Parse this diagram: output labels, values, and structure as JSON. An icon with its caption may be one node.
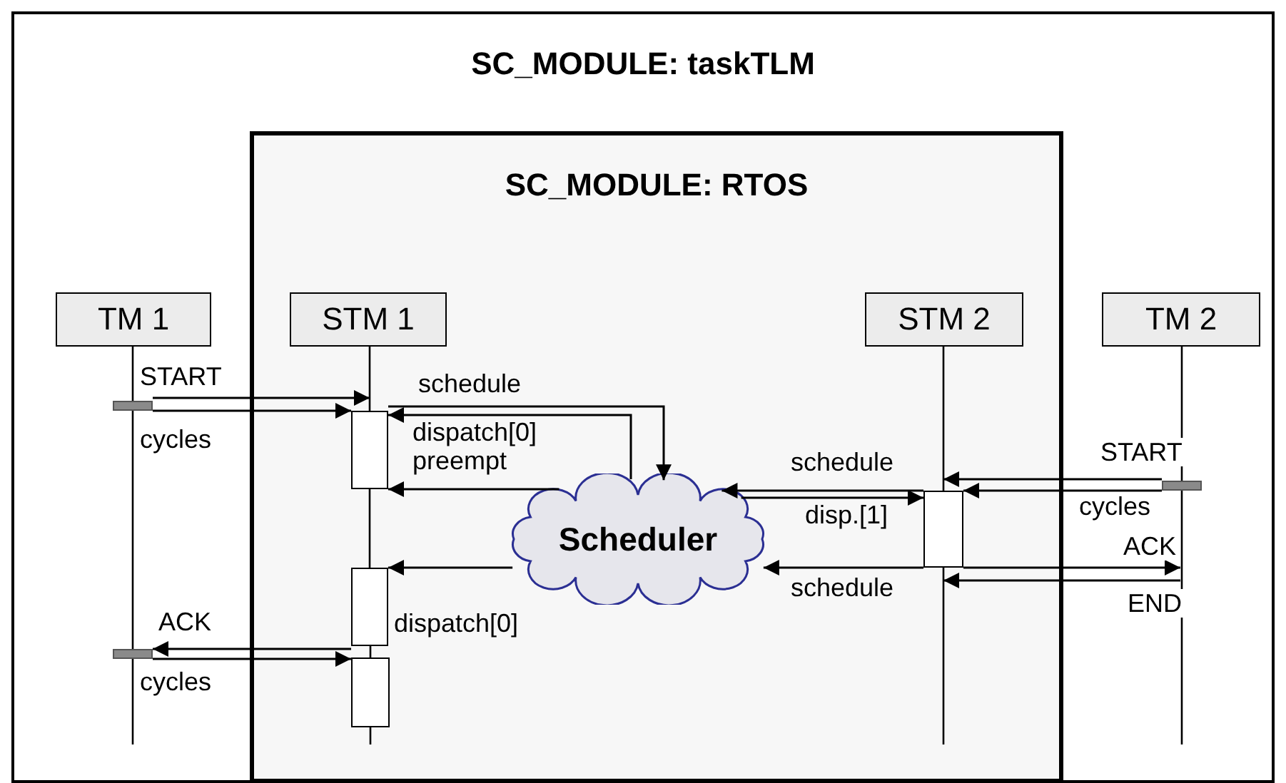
{
  "diagram": {
    "nodes": [
      {
        "text": [
          "SC_MODULE: taskTLM"
        ]
      },
      {
        "text": [
          "SC_MODULE: RTOS"
        ],
        "in": 0
      },
      {
        "text": [
          "TM 1"
        ],
        "in": 0
      },
      {
        "text": [
          "STM 1"
        ],
        "in": 1
      },
      {
        "text": [
          "STM 2"
        ],
        "in": 1
      },
      {
        "text": [
          "TM 2"
        ],
        "in": 0
      },
      {
        "text": [
          "Scheduler"
        ],
        "in": 1
      },
      {
        "text": [],
        "shape": "bar",
        "in": 0
      },
      {
        "text": [],
        "shape": "bar",
        "in": 1
      },
      {
        "text": [],
        "shape": "bar",
        "in": 1
      },
      {
        "text": [],
        "shape": "bar",
        "in": 0
      },
      {
        "text": [],
        "shape": "bar",
        "in": 1
      },
      {
        "text": [],
        "shape": "bar",
        "in": 1
      },
      {
        "text": [],
        "shape": "bar",
        "in": 0
      }
    ],
    "edges": [
      {
        "from": 7,
        "to": 8,
        "arrow": "to",
        "label": "START"
      },
      {
        "from": 7,
        "to": 8,
        "arrow": "to",
        "label": "cycles"
      },
      {
        "from": 8,
        "to": 6,
        "arrow": "to",
        "label": "schedule"
      },
      {
        "from": 6,
        "to": 8,
        "arrow": "to",
        "label": "dispatch[0]"
      },
      {
        "from": 6,
        "to": 8,
        "arrow": "to",
        "label": "preempt"
      },
      {
        "from": 6,
        "to": 9,
        "arrow": "to",
        "label": "dispatch[0]"
      },
      {
        "from": 9,
        "to": 10,
        "arrow": "to",
        "label": "ACK"
      },
      {
        "from": 10,
        "to": 11,
        "arrow": "to",
        "label": "cycles"
      },
      {
        "from": 13,
        "to": 12,
        "arrow": "to",
        "label": "START"
      },
      {
        "from": 13,
        "to": 12,
        "arrow": "to",
        "label": "cycles"
      },
      {
        "from": 12,
        "to": 6,
        "arrow": "to",
        "label": "schedule"
      },
      {
        "from": 6,
        "to": 12,
        "arrow": "to",
        "label": "disp.[1]"
      },
      {
        "from": 12,
        "to": 6,
        "arrow": "to",
        "label": "schedule"
      },
      {
        "from": 12,
        "to": null,
        "arrow": "to",
        "label": "ACK"
      },
      {
        "from": null,
        "to": 12,
        "arrow": "to",
        "label": "END"
      },
      {
        "from": 2,
        "to": 7,
        "arrow": "none"
      },
      {
        "from": 7,
        "to": 10,
        "arrow": "none"
      },
      {
        "from": 10,
        "to": null,
        "arrow": "none"
      },
      {
        "from": 3,
        "to": 8,
        "arrow": "none"
      },
      {
        "from": 8,
        "to": 9,
        "arrow": "none"
      },
      {
        "from": 9,
        "to": 11,
        "arrow": "none"
      },
      {
        "from": 11,
        "to": null,
        "arrow": "none"
      },
      {
        "from": 4,
        "to": 12,
        "arrow": "none"
      },
      {
        "from": 12,
        "to": null,
        "arrow": "none"
      },
      {
        "from": 5,
        "to": 13,
        "arrow": "none"
      },
      {
        "from": 13,
        "to": null,
        "arrow": "none"
      }
    ]
  }
}
